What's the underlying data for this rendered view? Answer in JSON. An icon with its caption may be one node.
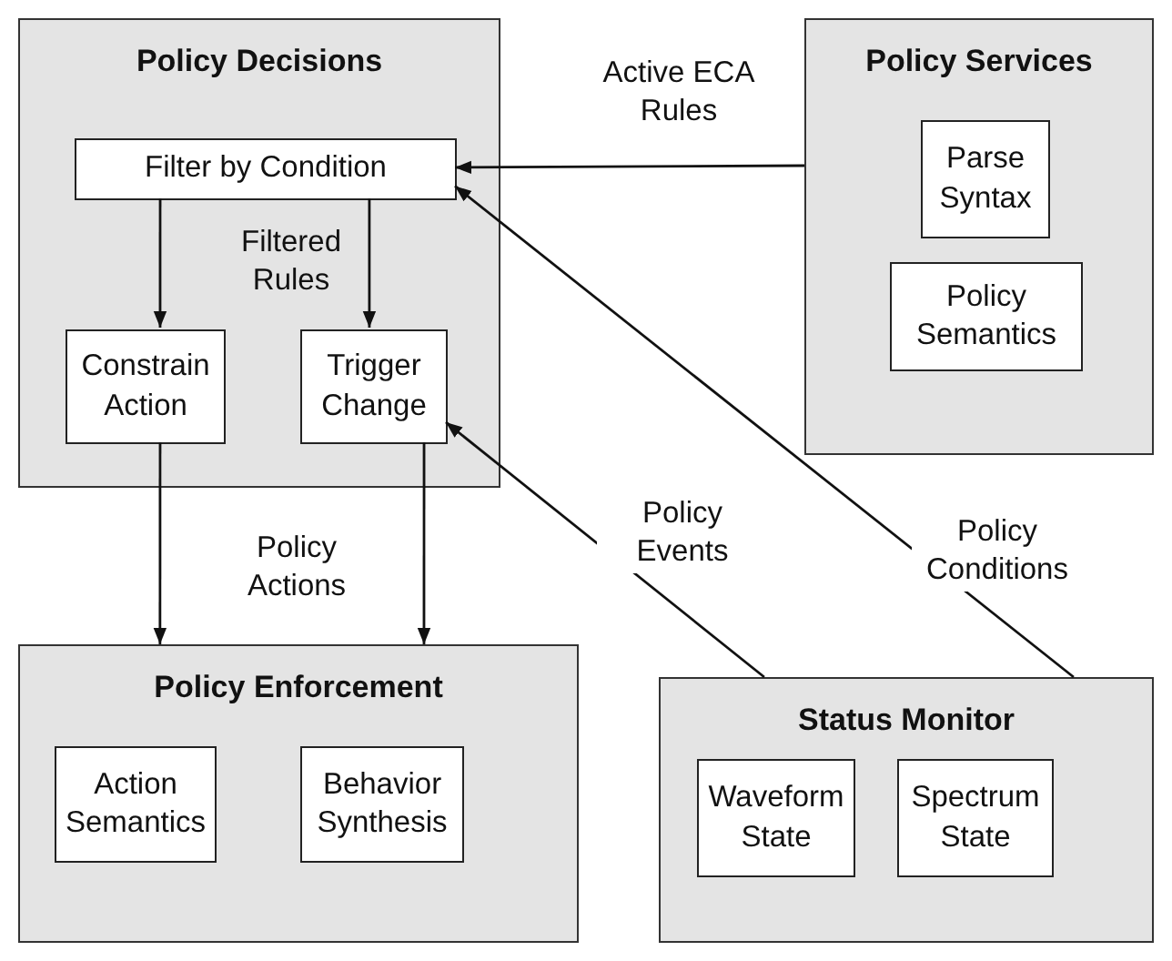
{
  "diagram": {
    "nodes": [
      {
        "text": [
          "Policy Decisions"
        ]
      },
      {
        "text": [
          "Filter by Condition"
        ],
        "in": 0
      },
      {
        "text": [
          "Constrain Action"
        ],
        "in": 0
      },
      {
        "text": [
          "Trigger Change"
        ],
        "in": 0
      },
      {
        "text": [
          "Policy Services"
        ]
      },
      {
        "text": [
          "Parse Syntax"
        ],
        "in": 4
      },
      {
        "text": [
          "Policy Semantics"
        ],
        "in": 4
      },
      {
        "text": [
          "Policy Enforcement"
        ]
      },
      {
        "text": [
          "Action Semantics"
        ],
        "in": 7
      },
      {
        "text": [
          "Behavior Synthesis"
        ],
        "in": 7
      },
      {
        "text": [
          "Status Monitor"
        ]
      },
      {
        "text": [
          "Waveform State"
        ],
        "in": 10
      },
      {
        "text": [
          "Spectrum State"
        ],
        "in": 10
      }
    ],
    "edges": [
      {
        "from": 4,
        "to": 1,
        "arrow": "to",
        "label": "Active ECA Rules"
      },
      {
        "from": 1,
        "to": 2,
        "arrow": "to"
      },
      {
        "from": 1,
        "to": 3,
        "arrow": "to"
      },
      {
        "from": 2,
        "to": 7,
        "arrow": "to"
      },
      {
        "from": 3,
        "to": 7,
        "arrow": "to"
      },
      {
        "from": 10,
        "to": 3,
        "arrow": "to",
        "label": "Policy Events"
      },
      {
        "from": 10,
        "to": 1,
        "arrow": "to",
        "label": "Policy Conditions"
      }
    ],
    "labels": [
      "Filtered Rules",
      "Policy Actions"
    ]
  }
}
